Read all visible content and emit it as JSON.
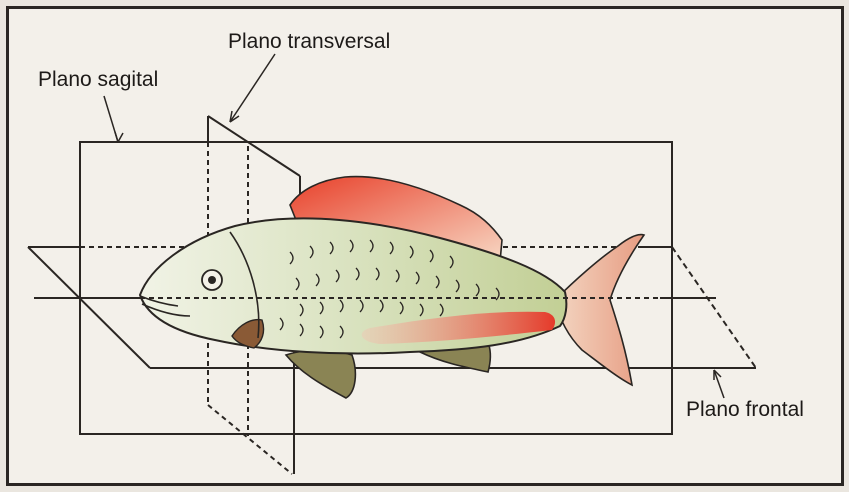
{
  "labels": {
    "transversal": "Plano transversal",
    "sagital": "Plano sagital",
    "frontal": "Plano frontal"
  },
  "colors": {
    "outline": "#2a2623",
    "fin_red": "#e8402a",
    "body_green": "#c9d6a6",
    "lateral_red": "#e53a2a",
    "tail": "#e9b49a",
    "pelvic_fin": "#8a8454",
    "gill": "#8a5a36"
  }
}
